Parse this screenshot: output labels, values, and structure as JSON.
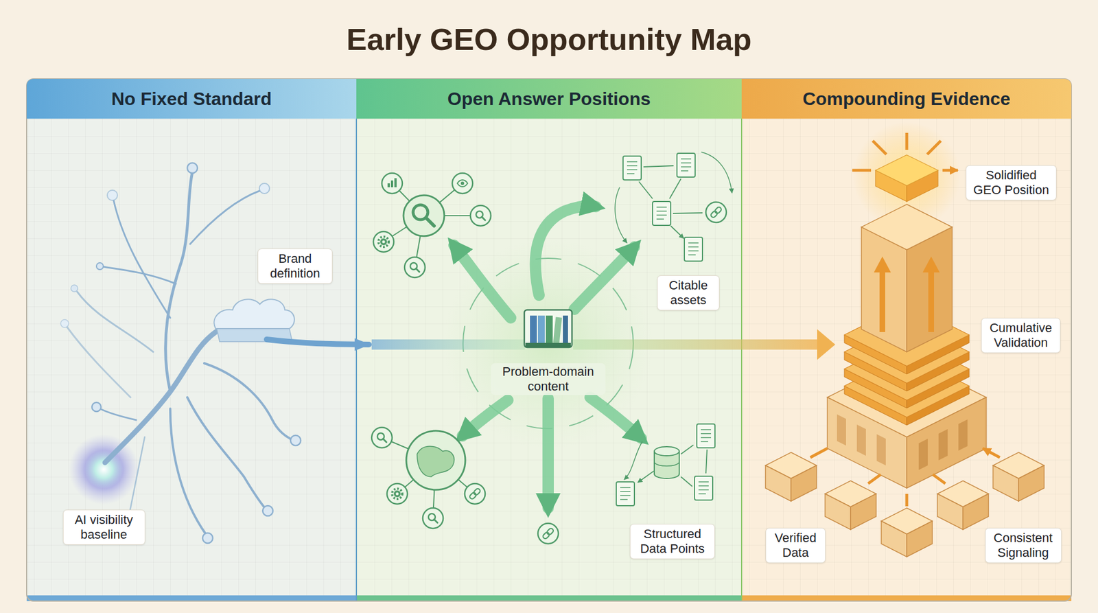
{
  "diagram": {
    "title": "Early GEO Opportunity Map",
    "nodes": [
      {
        "text": [
          "No Fixed Standard"
        ]
      },
      {
        "text": [
          "Brand definition"
        ],
        "in": 0
      },
      {
        "text": [
          "AI visibility baseline"
        ],
        "in": 0
      },
      {
        "text": [
          "Open Answer Positions"
        ]
      },
      {
        "text": [
          "Citable assets"
        ],
        "in": 3
      },
      {
        "text": [
          "Structured Data Points"
        ],
        "in": 3
      },
      {
        "text": [
          "Compounding Evidence"
        ]
      },
      {
        "text": [
          "Solidified GEO Position"
        ],
        "in": 6
      },
      {
        "text": [
          "Cumulative Validation"
        ],
        "in": 6
      },
      {
        "text": [
          "Verified Data"
        ],
        "in": 6
      },
      {
        "text": [
          "Consistent Signaling"
        ],
        "in": 6
      }
    ],
    "labels": [
      "Problem-domain content"
    ]
  }
}
